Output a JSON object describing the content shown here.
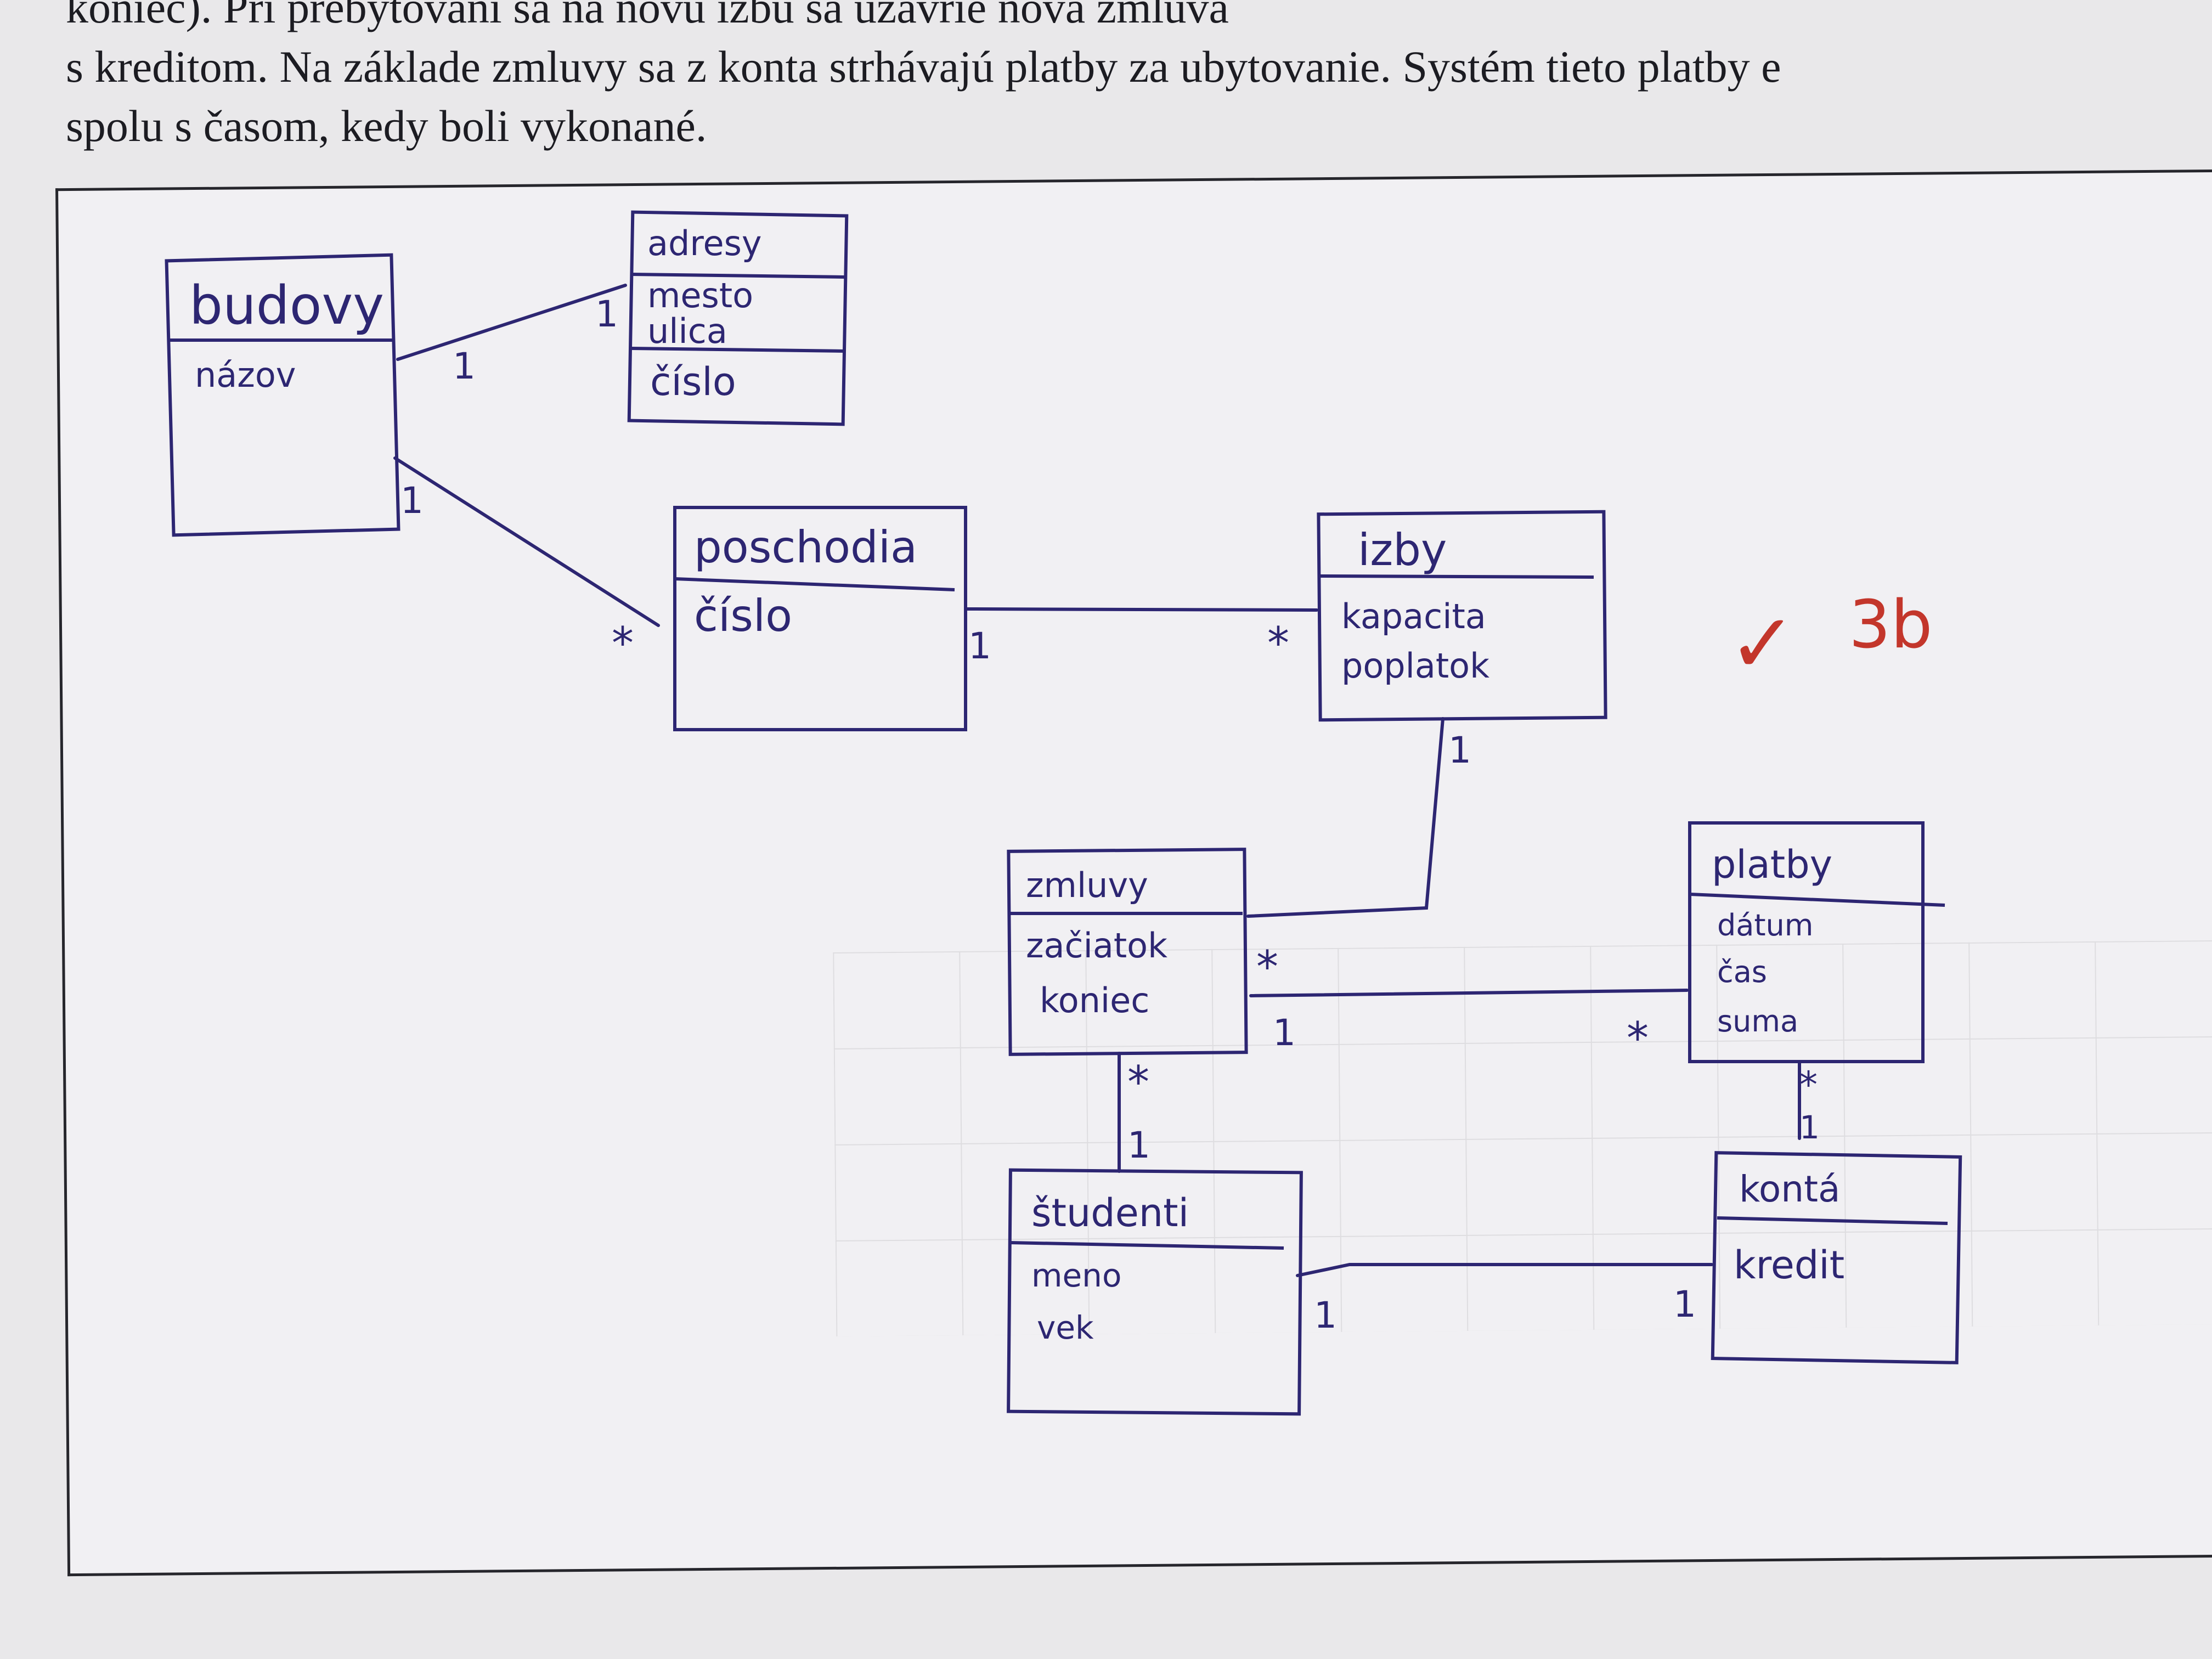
{
  "paper_text": [
    "koniec). Pri prebytovaní sa na novú izbu sa uzavrie nová zmluva",
    "s kreditom. Na základe zmluvy sa z konta strhávajú platby za ubytovanie. Systém tieto platby e",
    "spolu s časom, kedy boli vykonané."
  ],
  "entities": [
    {
      "id": "budovy",
      "name": "budovy",
      "attributes": [
        "názov"
      ]
    },
    {
      "id": "adresy",
      "name": "adresy",
      "attributes": [
        "mesto",
        "ulica",
        "číslo"
      ]
    },
    {
      "id": "poschodia",
      "name": "poschodia",
      "attributes": [
        "číslo"
      ]
    },
    {
      "id": "izby",
      "name": "izby",
      "attributes": [
        "kapacita",
        "poplatok"
      ]
    },
    {
      "id": "zmluvy",
      "name": "zmluvy",
      "attributes": [
        "začiatok",
        "koniec"
      ]
    },
    {
      "id": "platby",
      "name": "platby",
      "attributes": [
        "dátum",
        "čas",
        "suma"
      ]
    },
    {
      "id": "studenti",
      "name": "študenti",
      "attributes": [
        "meno",
        "vek"
      ]
    },
    {
      "id": "konta",
      "name": "kontá",
      "attributes": [
        "kredit"
      ]
    }
  ],
  "relationships": [
    {
      "from": "budovy",
      "to": "adresy",
      "from_mult": "1",
      "to_mult": "1"
    },
    {
      "from": "budovy",
      "to": "poschodia",
      "from_mult": "1",
      "to_mult": "*"
    },
    {
      "from": "poschodia",
      "to": "izby",
      "from_mult": "1",
      "to_mult": "*"
    },
    {
      "from": "izby",
      "to": "zmluvy",
      "from_mult": "1",
      "to_mult": "*"
    },
    {
      "from": "zmluvy",
      "to": "platby",
      "from_mult": "1",
      "to_mult": "*"
    },
    {
      "from": "zmluvy",
      "to": "studenti",
      "from_mult": "*",
      "to_mult": "1"
    },
    {
      "from": "platby",
      "to": "konta",
      "from_mult": "*",
      "to_mult": "1"
    },
    {
      "from": "studenti",
      "to": "konta",
      "from_mult": "1",
      "to_mult": "1"
    }
  ],
  "grade": {
    "check": "✓",
    "points": "3b",
    "color": "#c3362b"
  },
  "ink_color": "#2d2672"
}
